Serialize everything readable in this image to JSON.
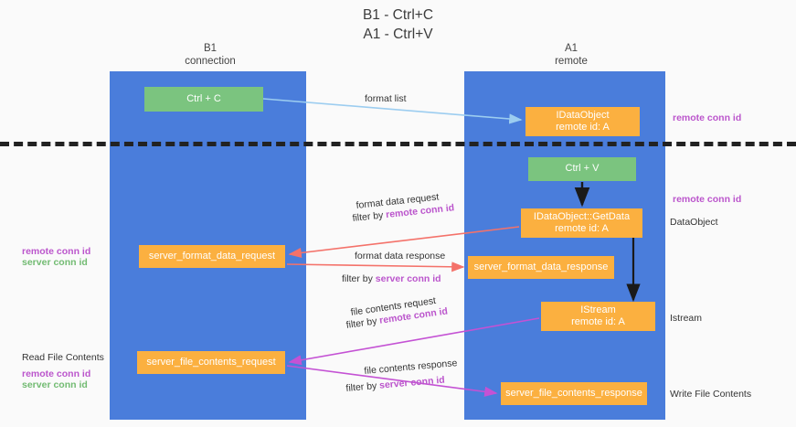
{
  "title": {
    "line1": "B1 - Ctrl+C",
    "line2": "A1 - Ctrl+V"
  },
  "lanes": [
    {
      "name": "B1",
      "role": "connection"
    },
    {
      "name": "A1",
      "role": "remote"
    }
  ],
  "nodes": {
    "ctrl_c": {
      "line1": "Ctrl + C",
      "line2": ""
    },
    "idataobject": {
      "line1": "IDataObject",
      "line2": "remote id: A"
    },
    "ctrl_v": {
      "line1": "Ctrl + V",
      "line2": ""
    },
    "getdata": {
      "line1": "IDataObject::GetData",
      "line2": "remote id: A"
    },
    "server_format_data_request": {
      "line1": "server_format_data_request",
      "line2": ""
    },
    "server_format_data_response": {
      "line1": "server_format_data_response",
      "line2": ""
    },
    "istream": {
      "line1": "IStream",
      "line2": "remote id: A"
    },
    "server_file_contents_request": {
      "line1": "server_file_contents_request",
      "line2": ""
    },
    "server_file_contents_response": {
      "line1": "server_file_contents_response",
      "line2": ""
    }
  },
  "edge_labels": {
    "format_list": "format list",
    "format_data_request": "format data request",
    "format_data_request_filter_prefix": "filter by ",
    "format_data_request_filter_key": "remote conn id",
    "format_data_response": "format data response",
    "format_data_response_filter_prefix": "filter by ",
    "format_data_response_filter_key": "server conn id",
    "file_contents_request": "file contents request",
    "file_contents_request_filter_prefix": "filter by ",
    "file_contents_request_filter_key": "remote conn id",
    "file_contents_response": "file contents response",
    "file_contents_response_filter_prefix": "filter by ",
    "file_contents_response_filter_key": "server conn id"
  },
  "side_labels": {
    "right_remote_conn_top": "remote conn id",
    "right_remote_conn_mid": "remote conn id",
    "right_dataobject": "DataObject",
    "right_istream": "Istream",
    "right_write_file_contents": "Write File Contents",
    "left_remote_conn_mid": "remote conn id",
    "left_server_conn_mid": "server conn id",
    "left_read_file_contents": "Read File Contents",
    "left_remote_conn_bottom": "remote conn id",
    "left_server_conn_bottom": "server conn id"
  },
  "colors": {
    "lane": "#4a7ddb",
    "node_orange": "#fbb040",
    "node_green": "#7bc47f",
    "accent_purple": "#bb55cc",
    "accent_green": "#72bb72",
    "wire_blue": "#9ccdf0",
    "wire_red": "#f4726a",
    "wire_magenta": "#c452d4",
    "wire_dark": "#1a1a1a",
    "divider": "#222222",
    "background": "#fafafa"
  }
}
